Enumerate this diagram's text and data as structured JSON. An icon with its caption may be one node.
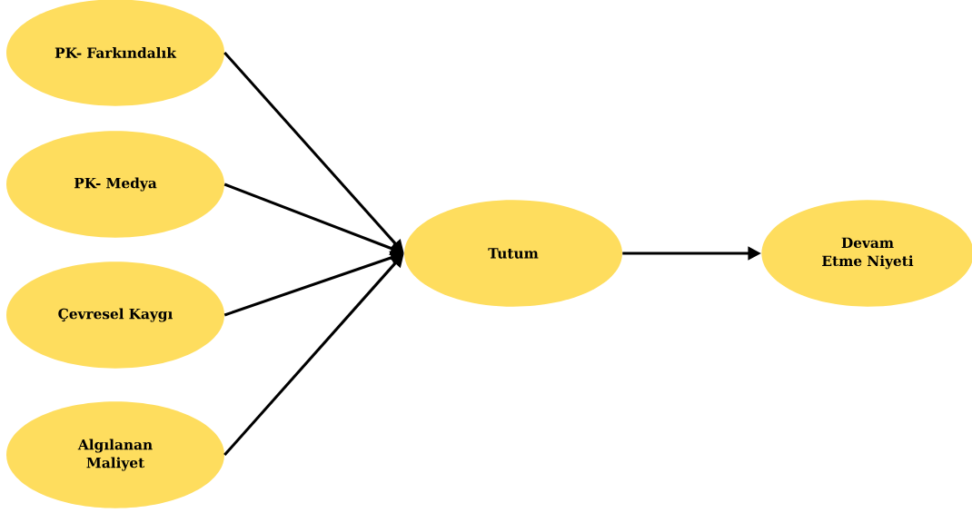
{
  "diagram": {
    "nodes": [
      {
        "text": [
          "PK- Farkındalık"
        ]
      },
      {
        "text": [
          "PK- Medya"
        ]
      },
      {
        "text": [
          "Çevresel Kaygı"
        ]
      },
      {
        "text": [
          "Algılanan  Maliyet"
        ]
      },
      {
        "text": [
          "Tutum"
        ]
      },
      {
        "text": [
          "Devam Etme Niyeti"
        ]
      }
    ],
    "edges": [
      {
        "from": 0,
        "to": 4,
        "arrow": "to"
      },
      {
        "from": 1,
        "to": 4,
        "arrow": "to"
      },
      {
        "from": 2,
        "to": 4,
        "arrow": "to"
      },
      {
        "from": 3,
        "to": 4,
        "arrow": "to"
      },
      {
        "from": 4,
        "to": 5,
        "arrow": "to"
      }
    ]
  }
}
